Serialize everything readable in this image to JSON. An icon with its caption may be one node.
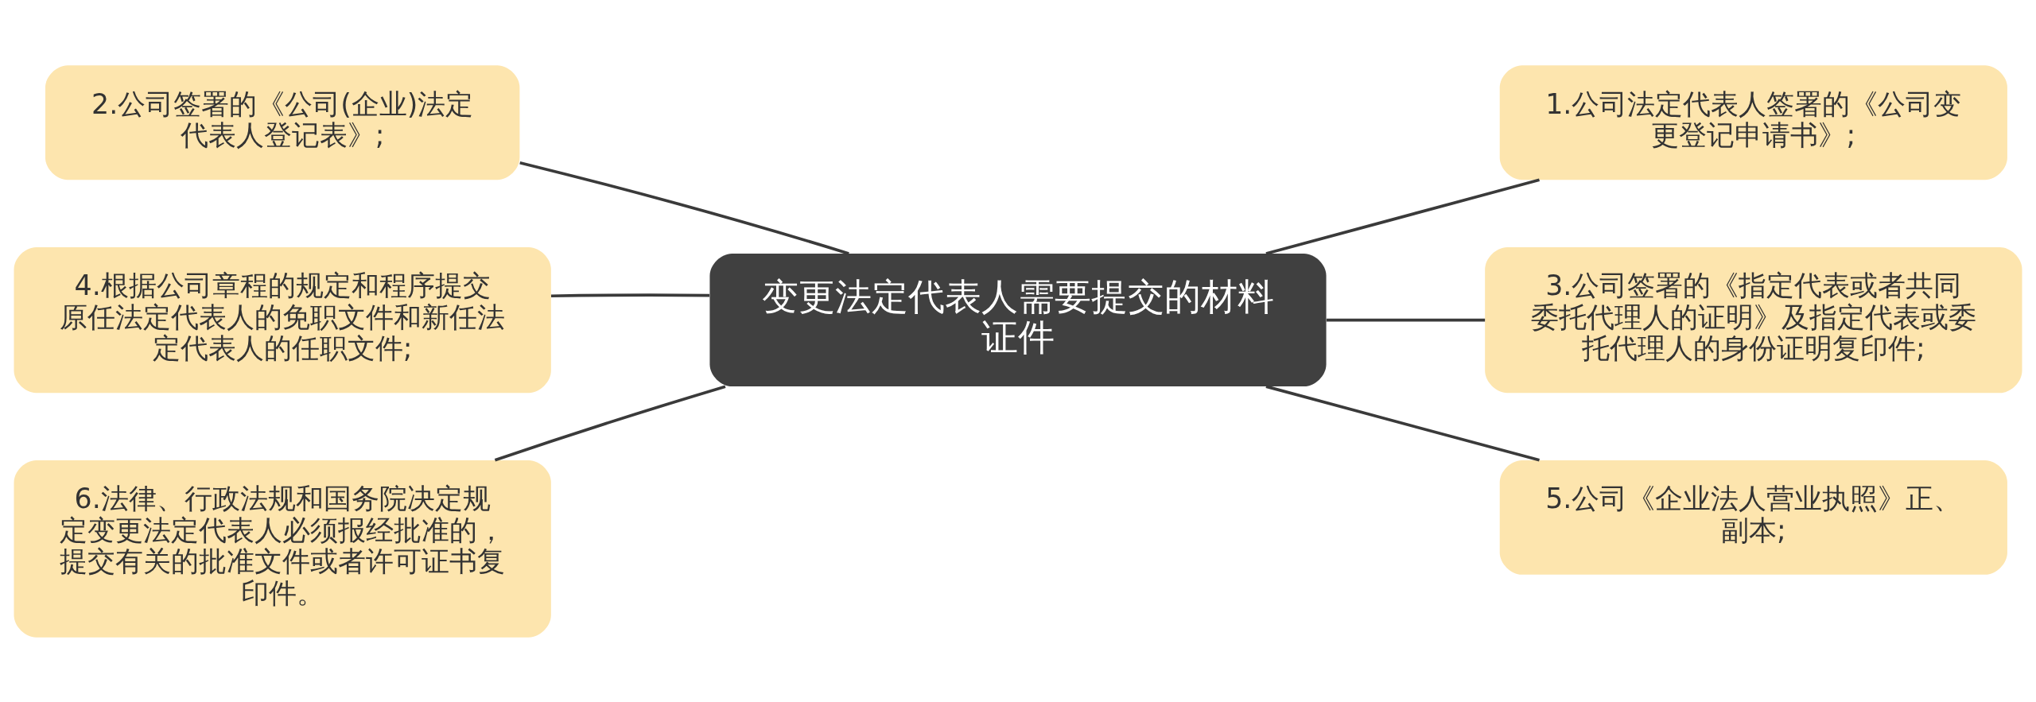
{
  "diagram": {
    "nodes": [
      {
        "text": [
          "变更法定代表人需要提交的材料证件"
        ]
      },
      {
        "text": [
          "1.公司法定代表人签署的《公司变更登记申请书》;"
        ]
      },
      {
        "text": [
          "2.公司签署的《公司(企业)法定代表人登记表》;"
        ]
      },
      {
        "text": [
          "3.公司签署的《指定代表或者共同委托代理人的证明》及指定代表或委托代理人的身份证明复印件;"
        ]
      },
      {
        "text": [
          "4.根据公司章程的规定和程序提交原任法定代表人的免职文件和新任法定代表人的任职文件;"
        ]
      },
      {
        "text": [
          "5.公司《企业法人营业执照》正、副本;"
        ]
      },
      {
        "text": [
          "6.法律、行政法规和国务院决定规定变更法定代表人必须报经批准的，提交有关的批准文件或者许可证书复印件。"
        ]
      }
    ],
    "edges": [
      {
        "from": 0,
        "to": 1,
        "arrow": "none"
      },
      {
        "from": 0,
        "to": 2,
        "arrow": "none"
      },
      {
        "from": 0,
        "to": 3,
        "arrow": "none"
      },
      {
        "from": 0,
        "to": 4,
        "arrow": "none"
      },
      {
        "from": 0,
        "to": 5,
        "arrow": "none"
      },
      {
        "from": 0,
        "to": 6,
        "arrow": "none"
      }
    ]
  }
}
